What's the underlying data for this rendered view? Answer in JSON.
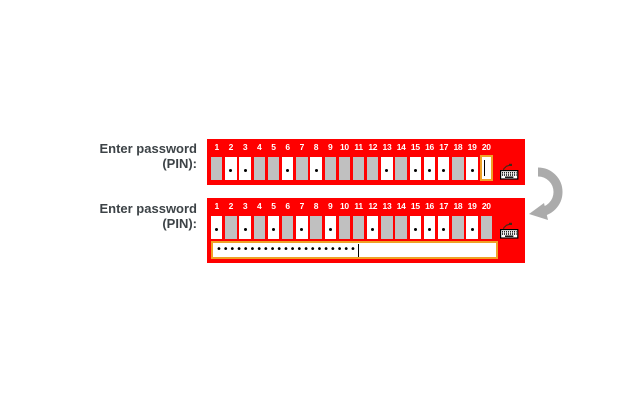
{
  "label": {
    "line1": "Enter password",
    "line2": "(PIN):"
  },
  "grid": {
    "positions": [
      "1",
      "2",
      "3",
      "4",
      "5",
      "6",
      "7",
      "8",
      "9",
      "10",
      "11",
      "12",
      "13",
      "14",
      "15",
      "16",
      "17",
      "18",
      "19",
      "20"
    ]
  },
  "step1": {
    "description": "pin grid before typing, cursor in position 20",
    "cells": [
      "disabled",
      "filled",
      "filled",
      "disabled",
      "disabled",
      "filled",
      "disabled",
      "filled",
      "disabled",
      "disabled",
      "disabled",
      "disabled",
      "filled",
      "disabled",
      "filled",
      "filled",
      "filled",
      "disabled",
      "filled",
      "active"
    ]
  },
  "step2": {
    "description": "pin grid after typing with masked text field",
    "cells": [
      "filled",
      "disabled",
      "filled",
      "disabled",
      "filled",
      "disabled",
      "filled",
      "disabled",
      "filled",
      "disabled",
      "disabled",
      "filled",
      "disabled",
      "disabled",
      "filled",
      "filled",
      "filled",
      "disabled",
      "filled",
      "disabled"
    ],
    "input": {
      "value": "•••••••••••••••••••••"
    }
  },
  "icons": {
    "keyboard": "keyboard-icon",
    "arrow": "clockwise-rotate-arrow-icon"
  },
  "colors": {
    "panel_red": "#ff0000",
    "cell_disabled_gray": "#c0c0c0",
    "cell_enabled_white": "#ffffff",
    "focus_border_orange": "#efa125",
    "dot_black": "#000000",
    "number_text_white": "#ffffff",
    "label_text": "#3d4347",
    "arrow_gray": "#ababab"
  }
}
